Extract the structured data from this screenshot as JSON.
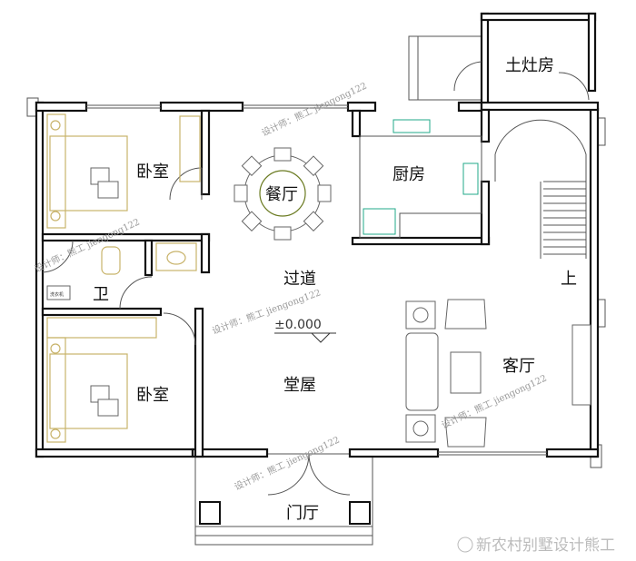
{
  "rooms": {
    "bedroom_top": "卧室",
    "bedroom_bottom": "卧室",
    "dining": "餐厅",
    "kitchen": "厨房",
    "stove_room": "土灶房",
    "bathroom": "卫",
    "corridor": "过道",
    "main_hall": "堂屋",
    "living_room": "客厅",
    "entrance": "门厅"
  },
  "stair_label": "上",
  "elevation": "±0.000",
  "washer_label": "洗衣机",
  "watermarks": {
    "designer": "设计师：熊工 jiengong122",
    "footer": "新农村别墅设计熊工"
  }
}
